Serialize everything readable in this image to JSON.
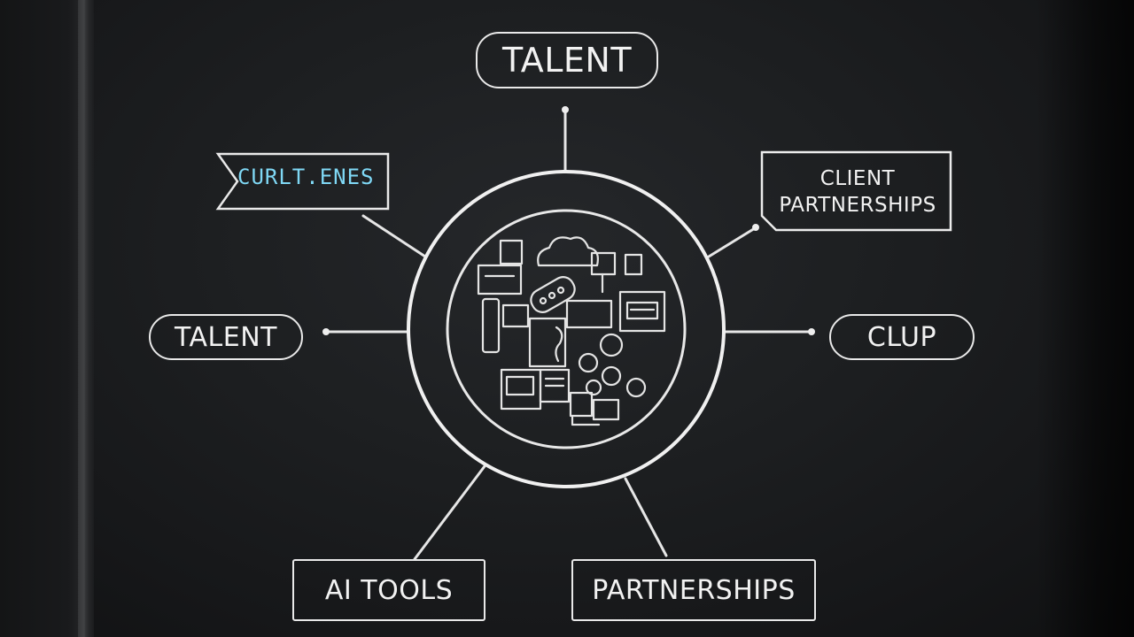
{
  "diagram": {
    "top_node": "TALENT",
    "left_node": "TALENT",
    "flag_node": "CURLT.ENES",
    "top_right_node": "CLIENT\nPARTNERSHIPS",
    "right_node": "CLUP",
    "bottom_left_node": "AI TOOLS",
    "bottom_right_node": "PARTNERSHIPS",
    "center_icon": "ai-hub-icons-icon"
  },
  "colors": {
    "board": "#1d1f21",
    "chalk": "#e9e9e9",
    "accent_text": "#7fd8f5"
  }
}
